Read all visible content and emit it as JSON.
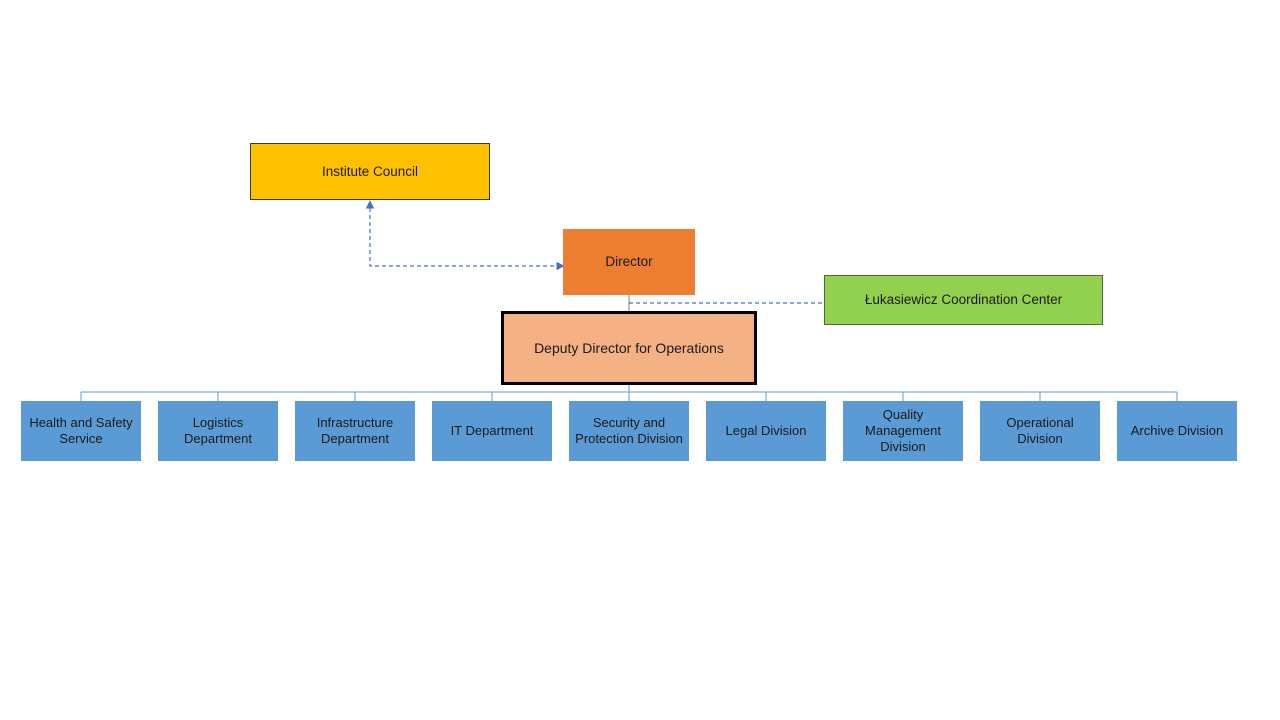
{
  "diagram": {
    "institute_council": "Institute Council",
    "director": "Director",
    "lukasiewicz_center": "Łukasiewicz Coordination Center",
    "deputy_director": "Deputy Director for Operations",
    "departments": [
      "Health and Safety Service",
      "Logistics Department",
      "Infrastructure Department",
      "IT Department",
      "Security and Protection Division",
      "Legal Division",
      "Quality Management Division",
      "Operational Division",
      "Archive Division"
    ]
  },
  "colors": {
    "council": "#FFC000",
    "director": "#ED7D31",
    "lukasiewicz": "#92D050",
    "deputy": "#F4B183",
    "department": "#5B9BD5",
    "connector": "#4472C4"
  }
}
